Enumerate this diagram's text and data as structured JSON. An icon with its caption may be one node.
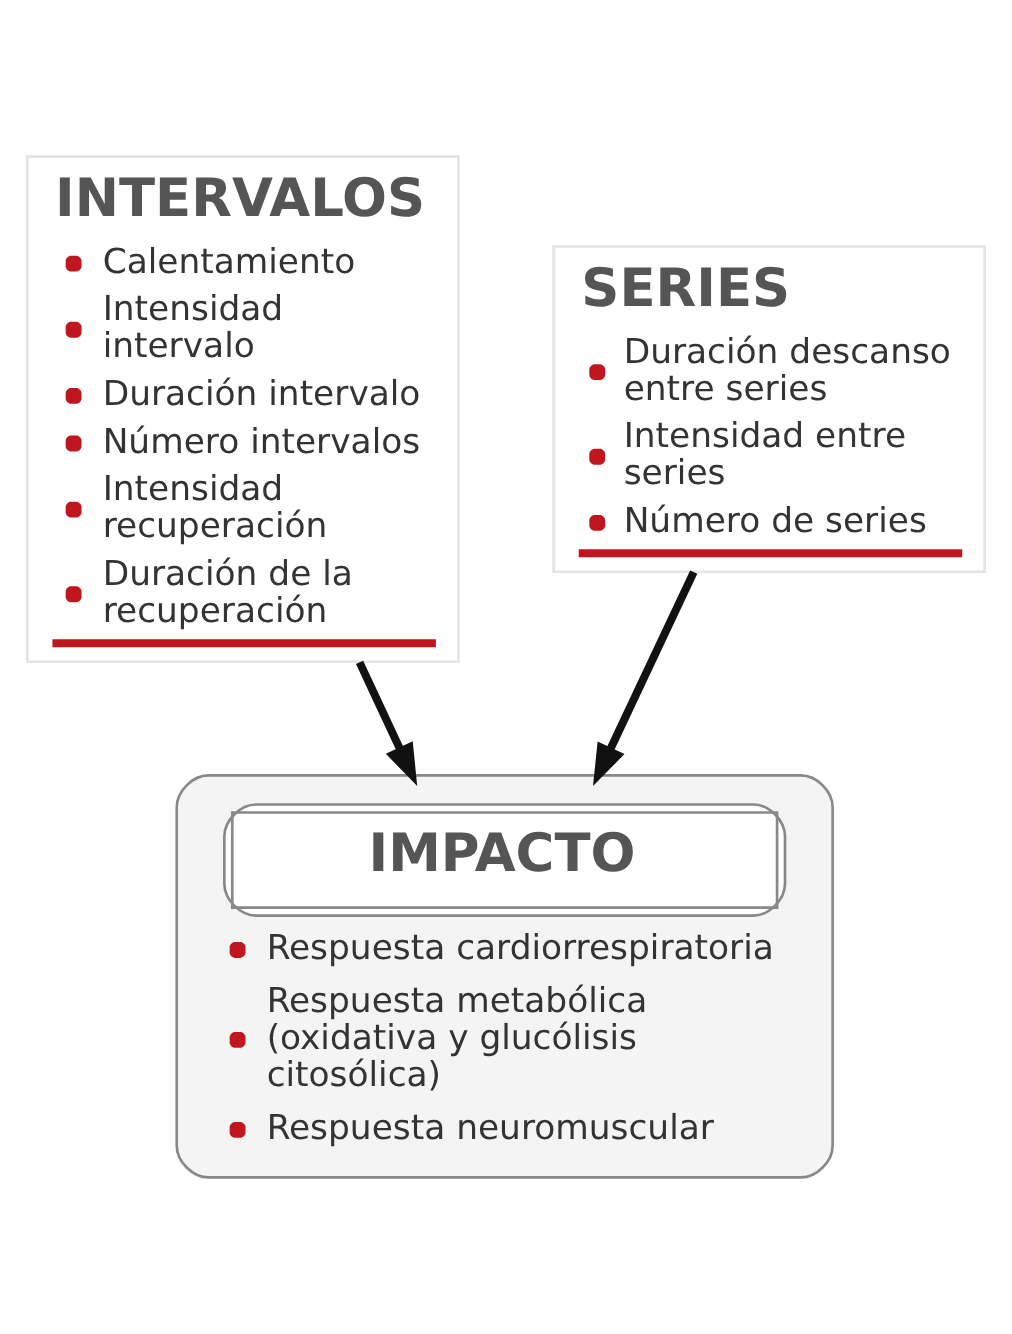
{
  "diagram": {
    "nodes": [
      {
        "text": [
          "INTERVALOS",
          "Calentamiento",
          "Intensidad intervalo",
          "Duración intervalo",
          "Número intervalos",
          "Intensidad recuperación",
          "Duración de la recuperación"
        ]
      },
      {
        "text": [
          "SERIES",
          "Duración descanso entre series",
          "Intensidad entre series",
          "Número de series"
        ]
      },
      {
        "text": [
          "IMPACTO",
          "Respuesta cardiorrespiratoria",
          "Respuesta metabólica (oxidativa y glucólisis citosólica)",
          "Respuesta neuromuscular"
        ]
      }
    ],
    "edges": [
      {
        "from": 0,
        "to": 2,
        "arrow": "to"
      },
      {
        "from": 1,
        "to": 2,
        "arrow": "to"
      }
    ]
  }
}
